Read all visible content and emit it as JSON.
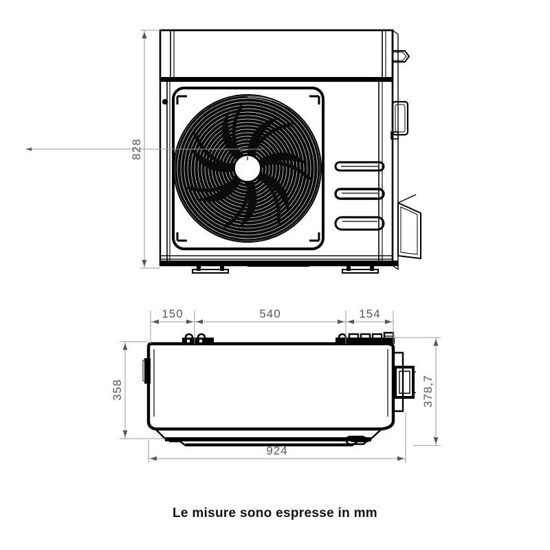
{
  "document": {
    "type": "technical-drawing",
    "subject": "air-conditioner-outdoor-unit",
    "background_color": "#ffffff",
    "line_color": "#000000",
    "dimension_color": "#58585a"
  },
  "caption": {
    "text": "Le misure sono espresse in mm"
  },
  "views": {
    "front": {
      "name": "front-elevation",
      "dimensions": {
        "height": {
          "label": "828",
          "orientation": "vertical",
          "side": "left"
        }
      },
      "features": {
        "fan_grille_label": "fan-grille",
        "vent_slot_count": 3,
        "foot_count": 2,
        "top_panel_label": "top-panel"
      }
    },
    "plan": {
      "name": "plan-top-view",
      "dimensions": {
        "segment_left": {
          "label": "150",
          "orientation": "horizontal",
          "side": "top"
        },
        "segment_middle": {
          "label": "540",
          "orientation": "horizontal",
          "side": "top"
        },
        "segment_right": {
          "label": "154",
          "orientation": "horizontal",
          "side": "top"
        },
        "depth_left": {
          "label": "358",
          "orientation": "vertical",
          "side": "left"
        },
        "depth_right": {
          "label": "378,7",
          "orientation": "vertical",
          "side": "right"
        },
        "width_total": {
          "label": "924",
          "orientation": "horizontal",
          "side": "bottom"
        }
      }
    }
  }
}
